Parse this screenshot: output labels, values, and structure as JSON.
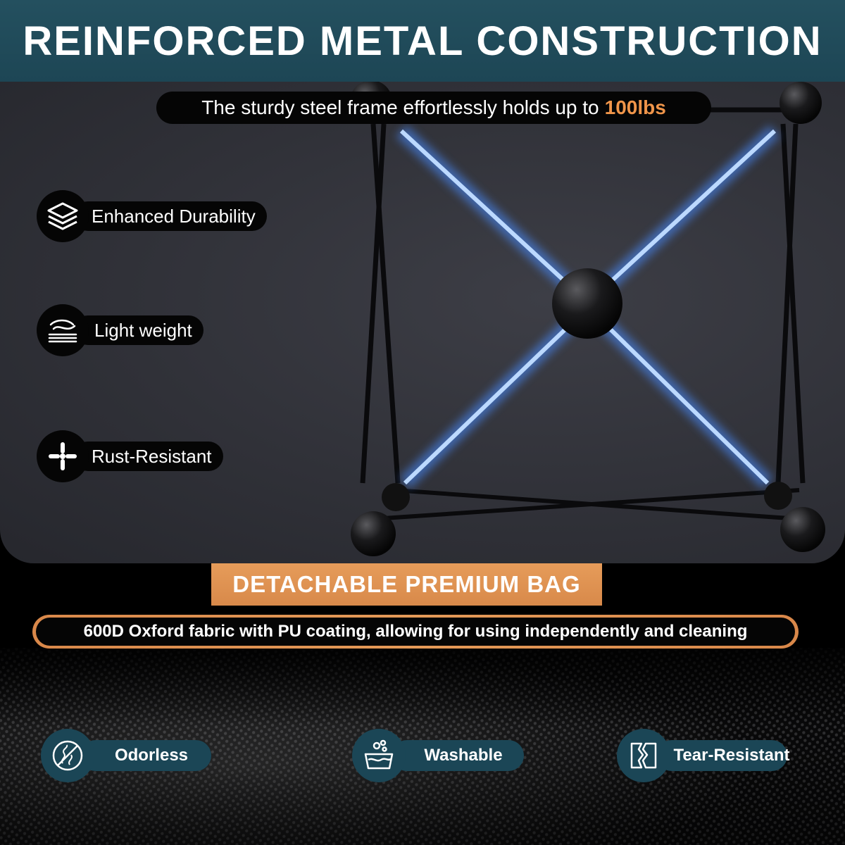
{
  "header": {
    "title": "REINFORCED METAL CONSTRUCTION"
  },
  "subtitle": {
    "text": "The sturdy steel frame effortlessly holds up to",
    "highlight": "100lbs"
  },
  "features": [
    {
      "label": "Enhanced Durability",
      "icon": "layers-icon"
    },
    {
      "label": "Light weight",
      "icon": "feather-scale-icon"
    },
    {
      "label": "Rust-Resistant",
      "icon": "cross-joint-icon"
    }
  ],
  "bag": {
    "title": "DETACHABLE PREMIUM BAG",
    "description": "600D Oxford fabric with PU coating, allowing for using independently and cleaning"
  },
  "bag_features": [
    {
      "label": "Odorless",
      "icon": "no-odor-icon"
    },
    {
      "label": "Washable",
      "icon": "wash-basin-icon"
    },
    {
      "label": "Tear-Resistant",
      "icon": "torn-fabric-icon"
    }
  ],
  "colors": {
    "header_bg": "#1d4655",
    "accent_orange": "#e0914f",
    "highlight_text": "#f0954a",
    "teal_pill": "#1b4656"
  }
}
